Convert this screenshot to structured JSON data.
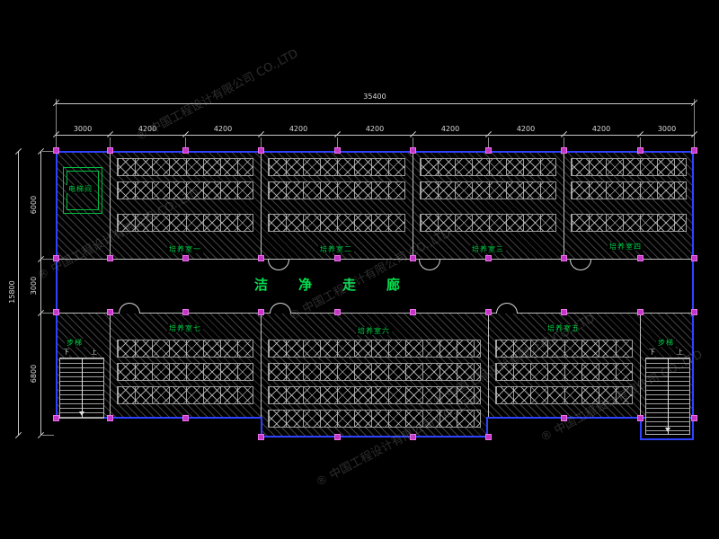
{
  "dims": {
    "top_total": "35400",
    "top_segments": [
      "3000",
      "4200",
      "4200",
      "4200",
      "4200",
      "4200",
      "4200",
      "4200",
      "3000"
    ],
    "left_total": "15800",
    "left_segments": [
      "6000",
      "3000",
      "6800"
    ]
  },
  "rooms": {
    "elevator": "电梯间",
    "r1": "培养室一",
    "r2": "培养室二",
    "r3": "培养室三",
    "r4": "培养室四",
    "r5": "培养室五",
    "r6": "培养室六",
    "r7": "培养室七",
    "corridor": "洁净走廊",
    "stair": "步梯",
    "down": "下",
    "up": "上"
  },
  "watermark": {
    "mark": "®",
    "text": "中国工程设计有限公司 CO.,LTD"
  },
  "colors": {
    "outer_wall": "#2f42ff",
    "label_green": "#00d24a",
    "column_magenta": "#c238c2",
    "dimension": "#dadada",
    "background": "#000000"
  }
}
